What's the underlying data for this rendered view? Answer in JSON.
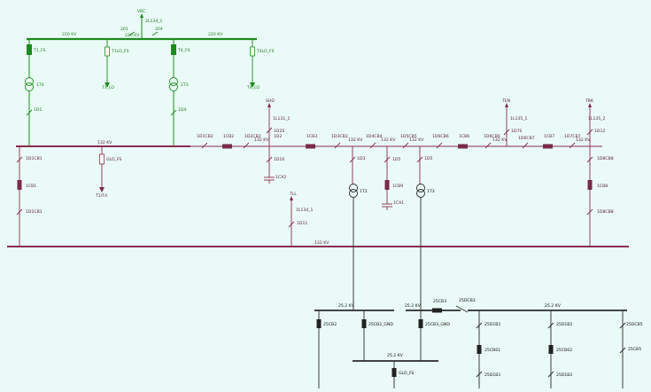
{
  "diagram": {
    "title": "",
    "colors": {
      "hv": "#1f8a1f",
      "mv": "#8b2e4f",
      "lv": "#222222",
      "background": "#eafaf6"
    },
    "labels_220": {
      "vbc": "VBC",
      "line_2l1": "2L134_1",
      "sw201": "201",
      "sw204": "204",
      "kv_left": "220 KV",
      "kv_mid": "220 KV",
      "kv_right": "220 KV",
      "t1_fs": "T1_FS",
      "t1lo_fs": "T1LO_FS",
      "t1lo": "T1_LO",
      "t4_fs": "T4_FS",
      "t4lo_fs": "T4LO_FS",
      "t4lo": "T4_LO",
      "tr1": "1T0",
      "tr4": "1T3",
      "d1": "1D1",
      "d4": "1D4"
    },
    "labels_132": {
      "kv_main": "132 KV",
      "kv_bottom": "132 KV",
      "cb1_top": "1D1CB1",
      "cb1": "1CB1",
      "cb1_bot": "1D1CB1",
      "glo": "GLO_FS",
      "t1t4": "T1/T4",
      "d1cb2": "1D1CB2",
      "cb2": "1CB2",
      "d2cb2": "1D2CB2",
      "kv2": "132 KV",
      "shd": "SHD",
      "line_1l1": "1L131_1",
      "d2s": "1D2S",
      "d2_1": "1D2",
      "d10": "1D10",
      "c1": "1CX2",
      "cb3": "1CB3",
      "d3cb3": "1D3CB3",
      "kv3": "132 KV",
      "d4cb4": "1D4CB4",
      "kv4": "132 KV",
      "d3": "1D3",
      "d5cb5": "1D5CB5",
      "kv5": "132 KV",
      "d5": "1D5",
      "cb9": "1CB9",
      "cx1": "1CX1",
      "d6cb6": "1D6CB6",
      "cb6": "1CB6",
      "d6cb6b": "1D6CB6",
      "kv6": "132 KV",
      "ten": "TEN",
      "line_1l1b": "1L135_1",
      "d7s": "1D7S",
      "d6cb7": "1D6CB7",
      "cb7": "1CB7",
      "d7cb7": "1D7CB7",
      "kv7": "132 KV",
      "tbk": "TBK",
      "line_1l2": "1L135_2",
      "d12": "1D12",
      "d8cb8": "1D8CB8",
      "cb8": "1CB8",
      "d8cb8b": "1D8CB8",
      "tll": "TLL",
      "line_1l4": "1L134_1",
      "d11": "1D11",
      "tr2": "1T2",
      "tr3": "1T3"
    },
    "labels_25": {
      "kv_left": "25.2 KV",
      "kv_mid": "25.2 KV",
      "kv_right": "25.2 KV",
      "kv_sub": "25.2 KV",
      "cb2": "25CB2",
      "cb2_gnd": "25CB2_GND",
      "cb3_gnd": "25CB3_GND",
      "cb3": "25CB3",
      "dcb3": "25DCB3",
      "d1": "25D1B1",
      "cb_b1": "25CB61",
      "d1b": "25D1B1",
      "d2": "25D1B2",
      "cb_b2": "25CB62",
      "d2b": "25D1B2",
      "dcb5": "25DCB5",
      "cb5": "25CB5",
      "glo_fs": "GLO_FS"
    }
  }
}
